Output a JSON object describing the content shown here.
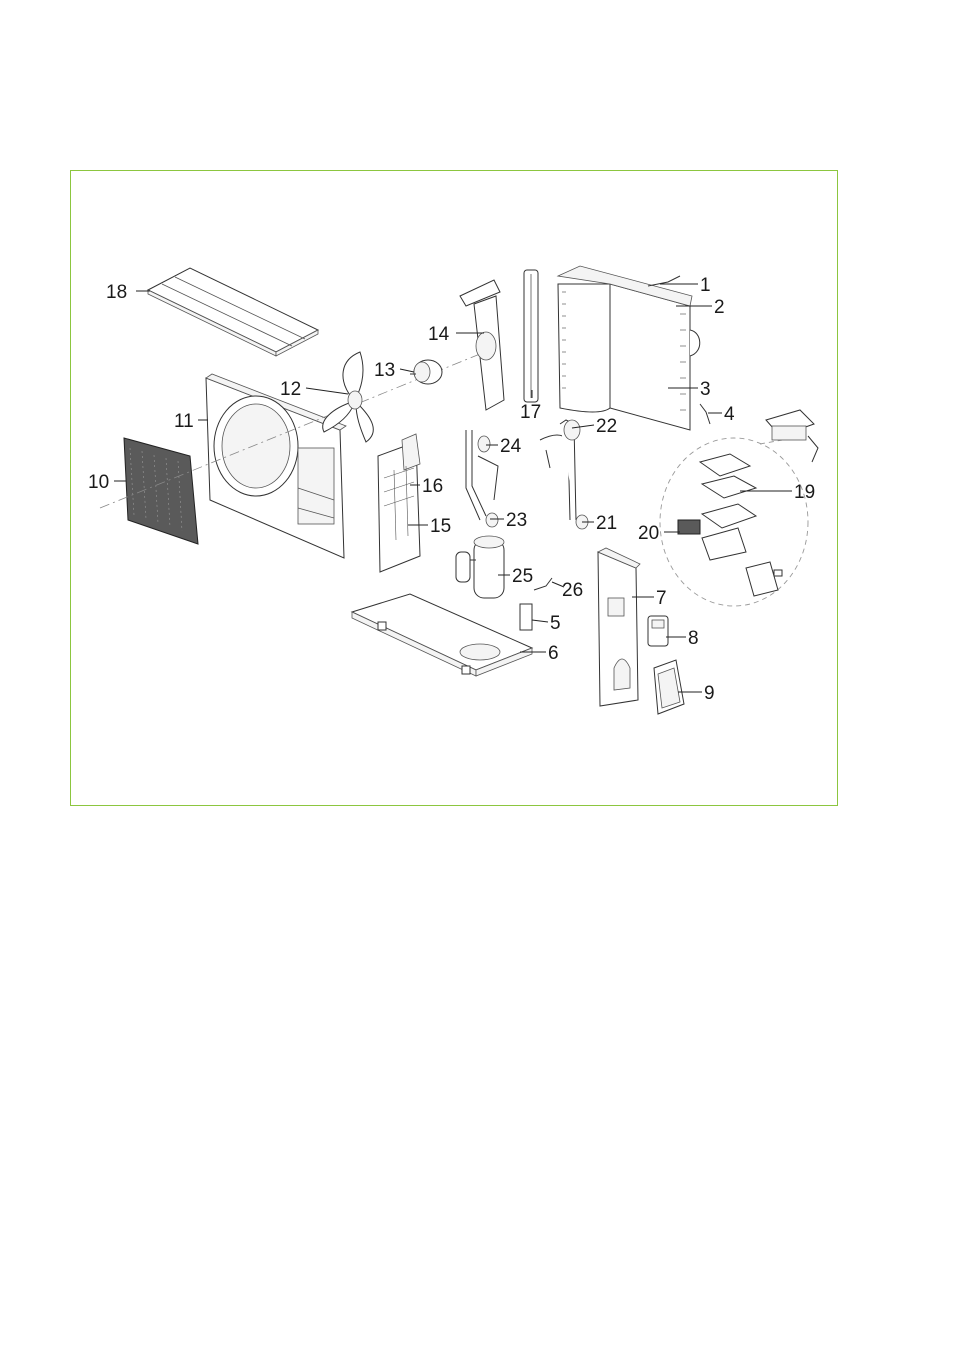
{
  "figure": {
    "frame_color": "#8cc63f",
    "type": "exploded-parts-diagram",
    "callouts": [
      {
        "id": "1",
        "label": "1"
      },
      {
        "id": "2",
        "label": "2"
      },
      {
        "id": "3",
        "label": "3"
      },
      {
        "id": "4",
        "label": "4"
      },
      {
        "id": "5",
        "label": "5"
      },
      {
        "id": "6",
        "label": "6"
      },
      {
        "id": "7",
        "label": "7"
      },
      {
        "id": "8",
        "label": "8"
      },
      {
        "id": "9",
        "label": "9"
      },
      {
        "id": "10",
        "label": "10"
      },
      {
        "id": "11",
        "label": "11"
      },
      {
        "id": "12",
        "label": "12"
      },
      {
        "id": "13",
        "label": "13"
      },
      {
        "id": "14",
        "label": "14"
      },
      {
        "id": "15",
        "label": "15"
      },
      {
        "id": "16",
        "label": "16"
      },
      {
        "id": "17",
        "label": "17"
      },
      {
        "id": "18",
        "label": "18"
      },
      {
        "id": "19",
        "label": "19"
      },
      {
        "id": "20",
        "label": "20"
      },
      {
        "id": "21",
        "label": "21"
      },
      {
        "id": "22",
        "label": "22"
      },
      {
        "id": "23",
        "label": "23"
      },
      {
        "id": "24",
        "label": "24"
      },
      {
        "id": "25",
        "label": "25"
      },
      {
        "id": "26",
        "label": "26"
      }
    ]
  }
}
